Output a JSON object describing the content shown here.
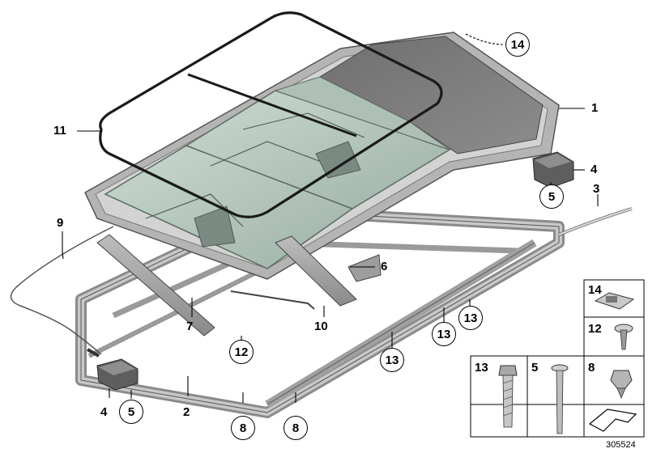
{
  "diagram_id": "305524",
  "callouts": {
    "c1": "1",
    "c2": "2",
    "c3": "3",
    "c4a": "4",
    "c4b": "4",
    "c5a": "5",
    "c5b": "5",
    "c6": "6",
    "c7": "7",
    "c8a": "8",
    "c8b": "8",
    "c9": "9",
    "c10": "10",
    "c11": "11",
    "c12": "12",
    "c13a": "13",
    "c13b": "13",
    "c13c": "13",
    "c14": "14"
  },
  "parts_table": {
    "p14": "14",
    "p12": "12",
    "p13": "13",
    "p5": "5",
    "p8": "8"
  }
}
